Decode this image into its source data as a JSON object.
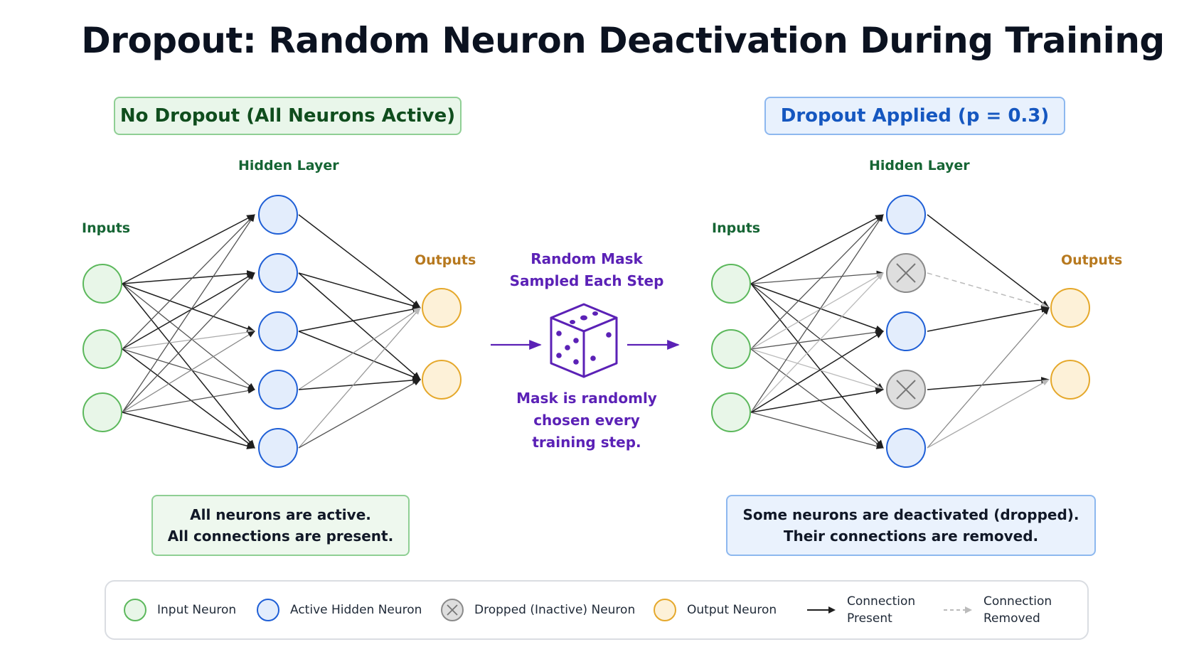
{
  "title": "Dropout: Random Neuron Deactivation During Training",
  "colors": {
    "input_stroke": "#5cb85c",
    "input_fill": "#e8f6e8",
    "hidden_stroke": "#1f5fd6",
    "hidden_fill": "#e3edfc",
    "dropped_stroke": "#8a8a8a",
    "dropped_fill": "#dedede",
    "output_stroke": "#e5a82b",
    "output_fill": "#fdf1d8",
    "purple": "#5b21b6"
  },
  "left_panel": {
    "header": "No Dropout (All Neurons Active)",
    "inputs_label": "Inputs",
    "hidden_label": "Hidden Layer",
    "outputs_label": "Outputs",
    "note_line1": "All neurons are active.",
    "note_line2": "All connections are present."
  },
  "middle": {
    "mask_line1": "Random Mask",
    "mask_line2": "Sampled Each Step",
    "icon": "dice-icon",
    "caption_line1": "Mask is randomly",
    "caption_line2": "chosen every",
    "caption_line3": "training step."
  },
  "right_panel": {
    "header": "Dropout Applied (p = 0.3)",
    "inputs_label": "Inputs",
    "hidden_label": "Hidden Layer",
    "outputs_label": "Outputs",
    "dropped_hidden_neurons": [
      2,
      4
    ],
    "note_line1": "Some neurons are deactivated (dropped).",
    "note_line2": "Their connections are removed."
  },
  "legend": {
    "input_neuron": "Input Neuron",
    "active_hidden_neuron": "Active Hidden Neuron",
    "dropped_neuron": "Dropped (Inactive) Neuron",
    "output_neuron": "Output Neuron",
    "connection_present_line1": "Connection",
    "connection_present_line2": "Present",
    "connection_removed_line1": "Connection",
    "connection_removed_line2": "Removed"
  }
}
